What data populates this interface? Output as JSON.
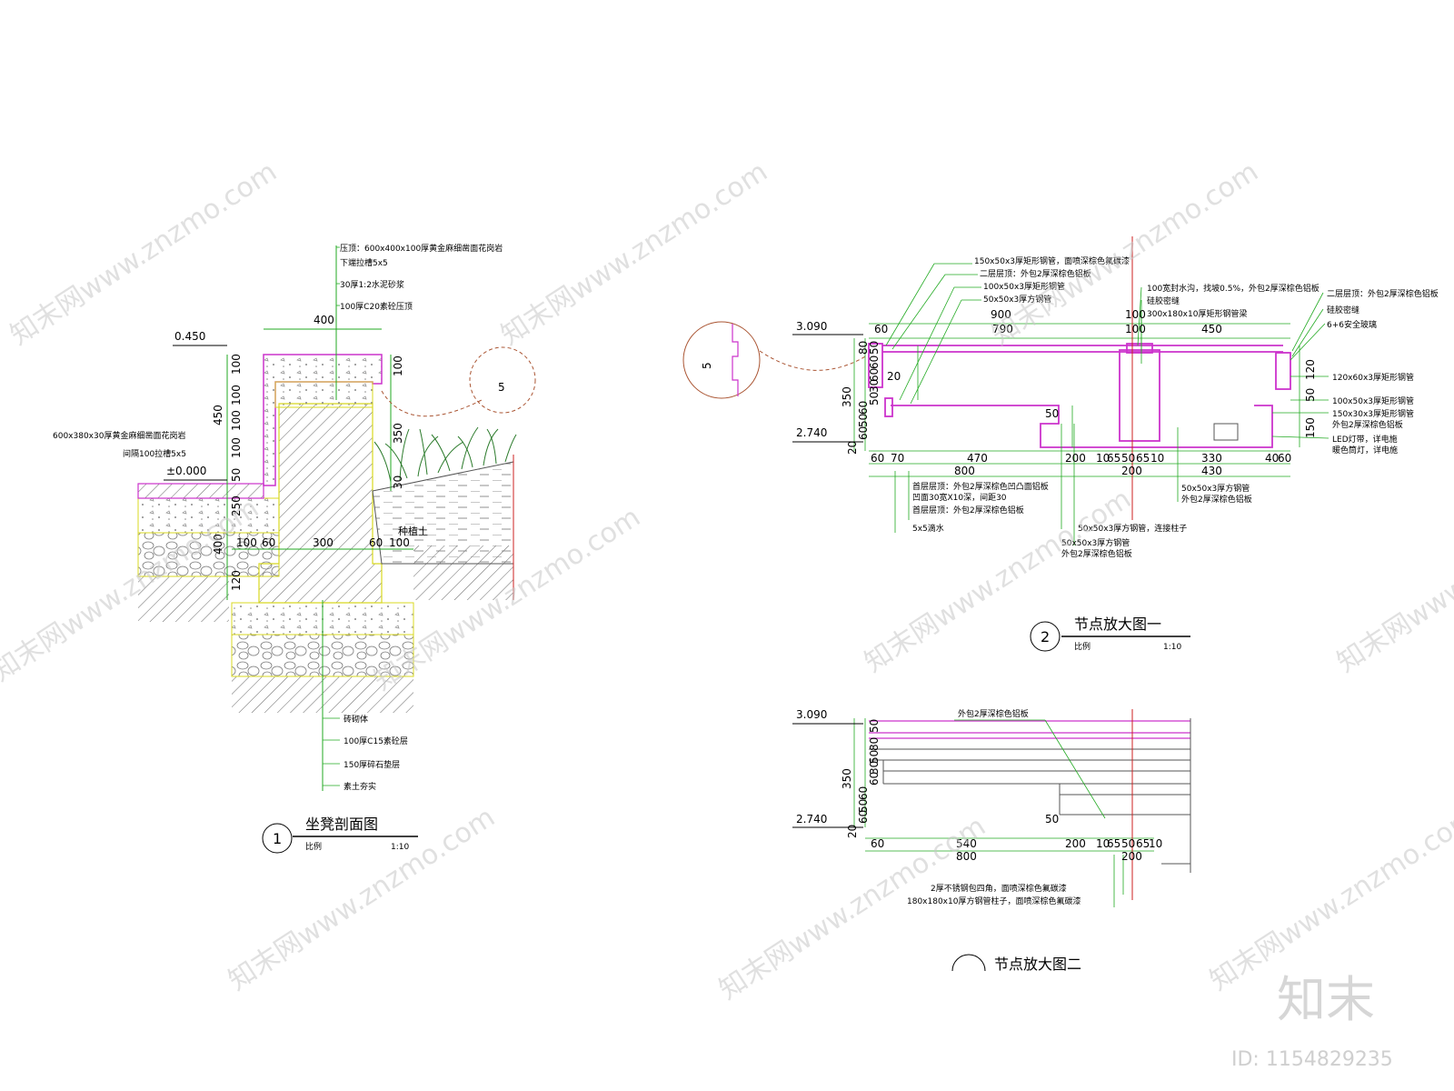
{
  "section1": {
    "elev_top": "0.450",
    "elev_zero": "±0.000",
    "dim_top": "400",
    "left_dims": [
      "100",
      "100",
      "100",
      "100",
      "50",
      "450",
      "250",
      "400",
      "120"
    ],
    "right_dims": [
      "100",
      "350",
      "30"
    ],
    "bottom_dims": [
      "100",
      "60",
      "300",
      "60",
      "100"
    ],
    "callout": "5",
    "planting": "种植土",
    "notes_top": [
      "压顶：600x400x100厚黄金麻细凿面花岗岩",
      "下端拉槽5x5",
      "30厚1:2水泥砂浆",
      "100厚C20素砼压顶"
    ],
    "note_left": [
      "600x380x30厚黄金麻细凿面花岗岩",
      "间隔100拉槽5x5"
    ],
    "notes_bottom": [
      "砖砌体",
      "100厚C15素砼层",
      "150厚碎石垫层",
      "素土夯实"
    ],
    "title_no": "1",
    "title": "坐凳剖面图",
    "scale_left": "比例",
    "scale": "1:10"
  },
  "section2": {
    "elev_top": "3.090",
    "elev_bot": "2.740",
    "top_dims": [
      "60",
      "900",
      "100",
      "790",
      "100",
      "450"
    ],
    "left_dims": [
      "50",
      "60",
      "60",
      "30",
      "50",
      "80",
      "350",
      "60",
      "50",
      "60",
      "20"
    ],
    "inner_dims": [
      "20",
      "50"
    ],
    "right_dims": [
      "120",
      "50",
      "150"
    ],
    "bottom_dims_a": [
      "60",
      "70",
      "470",
      "200",
      "10",
      "65",
      "50",
      "65",
      "10",
      "330",
      "40",
      "60"
    ],
    "bottom_dims_b": [
      "800",
      "200",
      "430"
    ],
    "callout": "5",
    "notes_top": [
      "150x50x3厚矩形钢管，面喷深棕色氟碳漆",
      "二层层顶：外包2厚深棕色铝板",
      "100x50x3厚矩形钢管",
      "50x50x3厚方钢管"
    ],
    "notes_top_right": [
      "100宽封水沟，找坡0.5%，外包2厚深棕色铝板",
      "硅胶密缝",
      "300x180x10厚矩形钢管梁"
    ],
    "notes_right": [
      "二层层顶：外包2厚深棕色铝板",
      "硅胶密缝",
      "6+6安全玻璃",
      "120x60x3厚矩形钢管",
      "100x50x3厚矩形钢管",
      "150x30x3厚矩形钢管",
      "外包2厚深棕色铝板",
      "LED灯带，详电施",
      "暖色筒灯，详电施"
    ],
    "notes_bottom": [
      "首层层顶：外包2厚深棕色凹凸面铝板",
      "凹面30宽X10深，间距30",
      "首层层顶：外包2厚深棕色铝板",
      "5x5滴水",
      "50x50x3厚方钢管，连接柱子",
      "50x50x3厚方钢管",
      "外包2厚深棕色铝板",
      "50x50x3厚方钢管",
      "外包2厚深棕色铝板"
    ],
    "title_no": "2",
    "title": "节点放大图一",
    "scale_left": "比例",
    "scale": "1:10"
  },
  "section3": {
    "elev_top": "3.090",
    "elev_bot": "2.740",
    "left_dims": [
      "50",
      "80",
      "50",
      "30",
      "60",
      "350",
      "60",
      "50",
      "60",
      "20"
    ],
    "inner_dim": "50",
    "bottom_dims_a": [
      "60",
      "540",
      "200",
      "10",
      "65",
      "50",
      "65",
      "10"
    ],
    "bottom_dims_b": [
      "800",
      "200"
    ],
    "note_top": "外包2厚深棕色铝板",
    "notes_bottom": [
      "2厚不锈钢包四角，面喷深棕色氟碳漆",
      "180x180x10厚方钢管柱子，面喷深棕色氟碳漆"
    ],
    "title": "节点放大图二"
  },
  "watermark": {
    "text": "知末网www.znzmo.com",
    "brand": "知末",
    "id": "ID: 1154829235"
  },
  "colors": {
    "magenta": "#cc33cc",
    "green": "#22aa22",
    "yellow": "#d8d820",
    "red": "#cc2222",
    "grey": "#555555",
    "brown": "#aa5533"
  }
}
